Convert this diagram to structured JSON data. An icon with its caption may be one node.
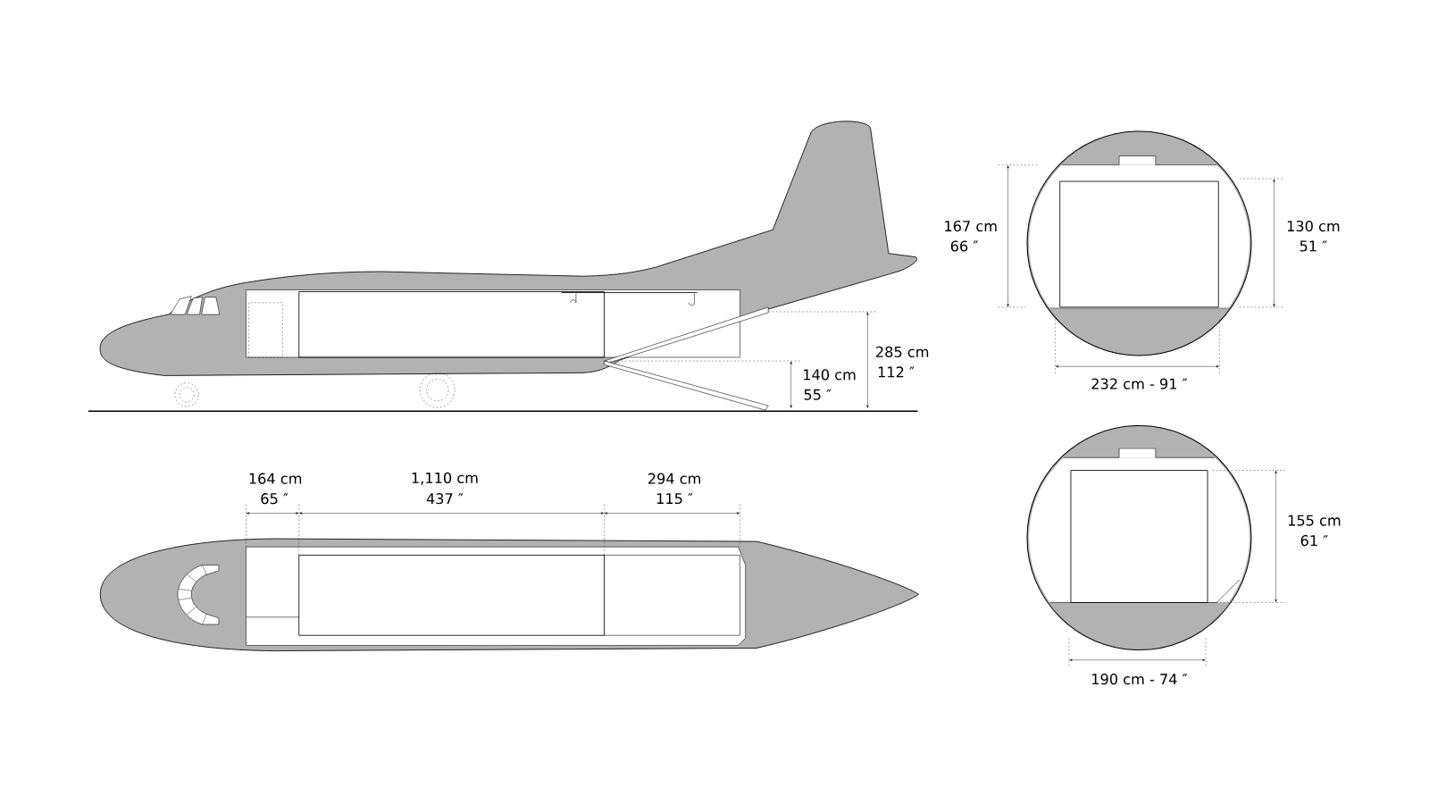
{
  "diagram": {
    "labels": [
      "167 cm",
      "66 ″",
      "130 cm",
      "51 ″",
      "285 cm",
      "112 ″",
      "140 cm",
      "55 ″",
      "232 cm - 91 ″",
      "164 cm",
      "65 ″",
      "1,110 cm",
      "437 ″",
      "294 cm",
      "115 ″",
      "155 cm",
      "61 ″",
      "190 cm - 74 ″"
    ]
  }
}
